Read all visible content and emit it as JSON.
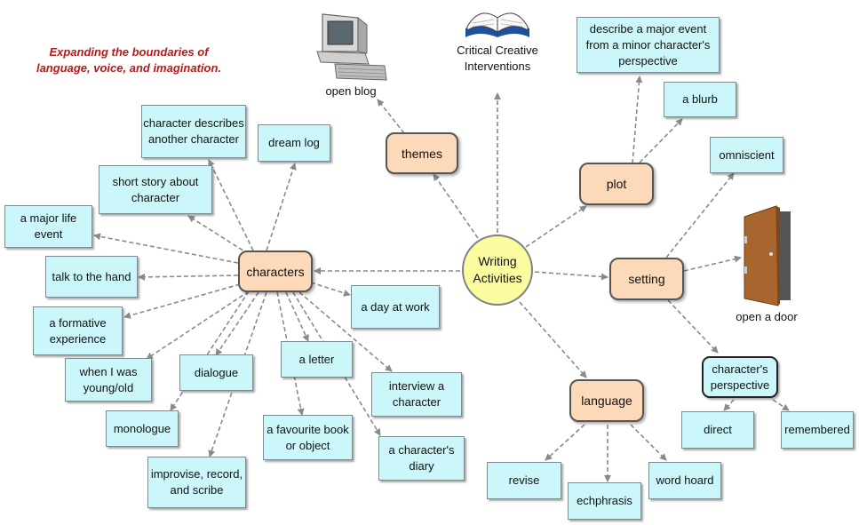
{
  "tagline": "Expanding the boundaries of language, voice, and imagination.",
  "center": "Writing Activities",
  "topics": {
    "themes": "themes",
    "plot": "plot",
    "setting": "setting",
    "characters": "characters",
    "language": "language",
    "perspective": "character's perspective"
  },
  "themes_links": {
    "open_blog": "open blog",
    "critical": "Critical Creative Interventions"
  },
  "plot_items": {
    "major_event": "describe a major event from a minor character's perspective",
    "blurb": "a blurb"
  },
  "setting_items": {
    "omniscient": "omniscient",
    "open_door": "open a door",
    "direct": "direct",
    "remembered": "remembered"
  },
  "language_items": {
    "revise": "revise",
    "echphrasis": "echphrasis",
    "word_hoard": "word hoard"
  },
  "character_items": {
    "describes_another": "character describes another character",
    "dream_log": "dream log",
    "short_story": "short story about character",
    "major_life_event": "a major life event",
    "talk_to_hand": "talk to the hand",
    "formative": "a formative experience",
    "young_old": "when I was young/old",
    "dialogue": "dialogue",
    "monologue": "monologue",
    "improvise": "improvise, record, and scribe",
    "letter": "a letter",
    "favourite": "a favourite book or object",
    "interview": "interview a character",
    "diary": "a character's diary",
    "day_at_work": "a day at work"
  },
  "colors": {
    "leaf_fill": "#ccf7fa",
    "topic_fill": "#fcd9b8",
    "center_fill": "#fbfba0",
    "tagline": "#b01c1c",
    "arrow": "#8a8a8a"
  },
  "icons": [
    "computer-icon",
    "open-book-icon",
    "door-icon"
  ]
}
